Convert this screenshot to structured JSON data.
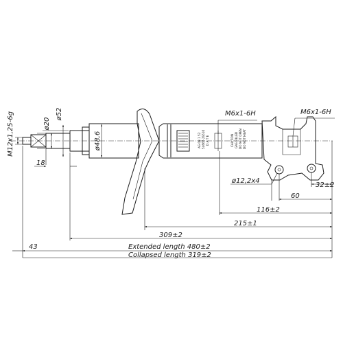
{
  "labels": {
    "thread_rod": "M12x1,25-6g",
    "dia_20": "ø20",
    "dia_52": "ø52",
    "dia_48_6": "ø48,6",
    "len_18": "18",
    "thread_m6_a": "M6x1-6H",
    "thread_m6_b": "M6x1-6H",
    "holes": "ø12,2x4",
    "dim_32": "32±2",
    "dim_60": "60",
    "dim_116": "116±2",
    "dim_215": "215±1",
    "dim_309": "309±2",
    "dim_43": "43",
    "extended_length": "Extended length 480±2",
    "collapsed_length": "Collapsed length 319±2"
  },
  "body_print": {
    "id_line1": "AG 08 1 52",
    "id_line2": "54660-2S510",
    "id_line3": "D A T E",
    "caution_line1": "CAUTION",
    "caution_line2": "GAS FILLED",
    "caution_line3": "DO NOT OPEN",
    "caution_line4": "DO NOT HEAT"
  }
}
